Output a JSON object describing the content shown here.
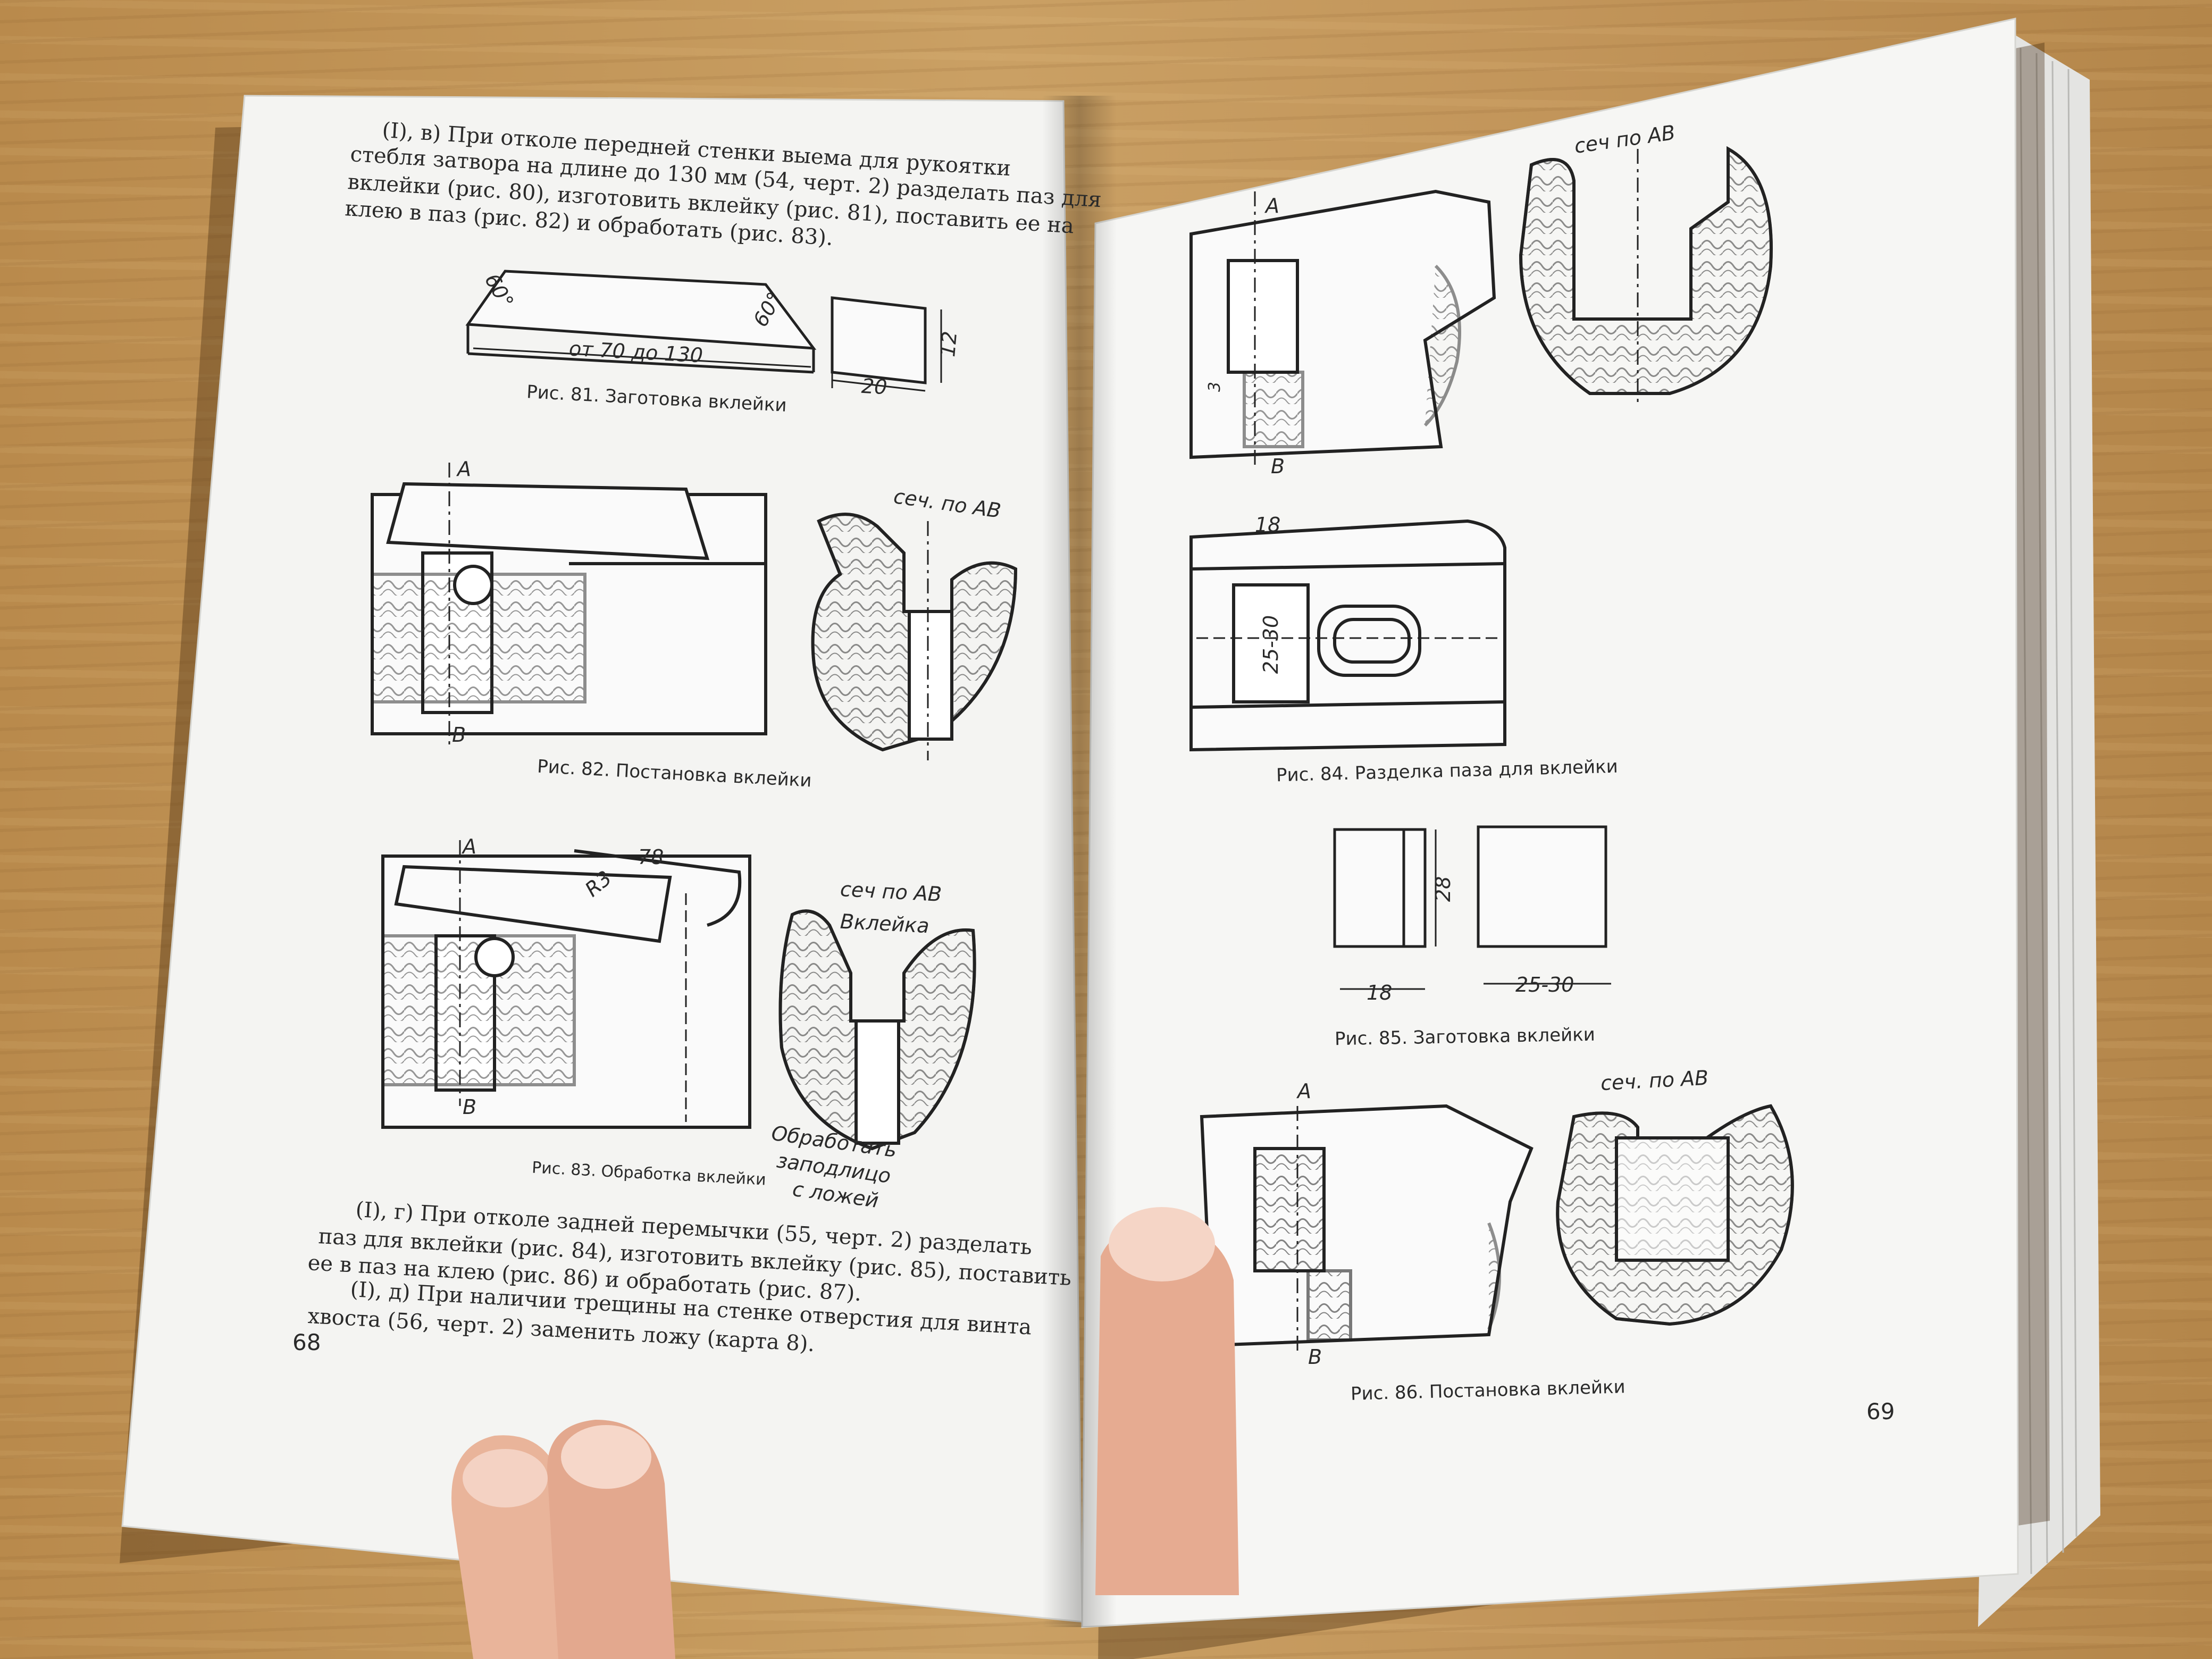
{
  "left_page": {
    "paragraph_v": [
      "(I), в) При отколе передней стенки выема для рукоятки",
      "стебля затвора на длине до 130 мм (54, черт. 2) разделать паз для",
      "вклейки (рис. 80), изготовить вклейку (рис. 81), поставить ее на",
      "клею в паз (рис. 82) и обработать (рис. 83)."
    ],
    "fig81": {
      "angle_left": "60°",
      "angle_right": "60°",
      "length_label": "от 70 до 130",
      "width_label": "20",
      "height_label": "12",
      "caption": "Рис. 81. Заготовка вклейки"
    },
    "fig82": {
      "section_label": "сеч. по АВ",
      "marker_a": "А",
      "marker_b": "В",
      "caption": "Рис. 82. Постановка вклейки"
    },
    "fig83": {
      "section_label": "сеч по АВ",
      "insert_label": "Вклейка",
      "radius_label": "R3",
      "length_label": "78",
      "marker_a": "А",
      "marker_b": "В",
      "note_lines": [
        "Обработать",
        "заподлицо",
        "с ложей"
      ],
      "caption": "Рис. 83. Обработка вклейки"
    },
    "paragraph_g": [
      "(I), г) При отколе задней перемычки (55, черт. 2) разделать",
      "паз для вклейки (рис. 84), изготовить вклейку (рис. 85), поставить",
      "ее в паз на клею (рис. 86) и обработать (рис. 87)."
    ],
    "paragraph_d": [
      "(I), д) При наличии трещины на стенке отверстия для винта",
      "хвоста (56, черт. 2) заменить ложу (карта 8)."
    ],
    "page_number": "68"
  },
  "right_page": {
    "fig84": {
      "section_label": "сеч по АВ",
      "marker_a": "А",
      "marker_b": "В",
      "dim_small": "3",
      "dim_width": "18",
      "dim_height": "25-30",
      "caption": "Рис. 84. Разделка паза для вклейки"
    },
    "fig85": {
      "dim_height": "28",
      "dim_left": "18",
      "dim_right": "25-30",
      "caption": "Рис. 85. Заготовка вклейки"
    },
    "fig86": {
      "section_label": "сеч. по АВ",
      "marker_a": "А",
      "marker_b": "В",
      "caption": "Рис. 86. Постановка вклейки"
    },
    "page_number": "69"
  }
}
